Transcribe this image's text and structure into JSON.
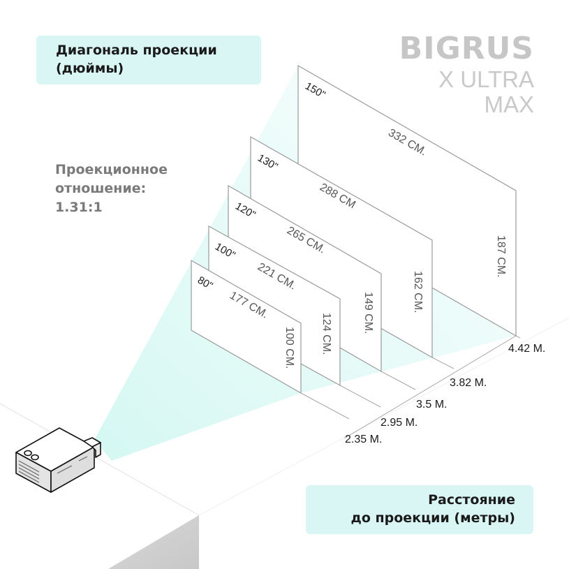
{
  "header": {
    "diagonal_label_line1": "Диагональ проекции",
    "diagonal_label_line2": "(дюймы)"
  },
  "brand": {
    "logo": "BIGRUS",
    "model_line1": "X ULTRA",
    "model_line2": "MAX"
  },
  "ratio": {
    "line1": "Проекционное",
    "line2": "отношение:",
    "line3": "1.31:1"
  },
  "footer": {
    "distance_label_line1": "Расстояние",
    "distance_label_line2": "до проекции (метры)"
  },
  "colors": {
    "accent_bg": "#d9f6f4",
    "beam": "#cdf5f0",
    "brand_gray": "#c6c6c6",
    "line": "#9a9a9a"
  },
  "screens": [
    {
      "diagonal": "80\"",
      "width": "177 CM.",
      "height": "100 CM.",
      "distance": "2.35 M."
    },
    {
      "diagonal": "100\"",
      "width": "221 CM.",
      "height": "124 CM.",
      "distance": "2.95 M."
    },
    {
      "diagonal": "120\"",
      "width": "265 CM.",
      "height": "149 CM.",
      "distance": "3.5 M."
    },
    {
      "diagonal": "130\"",
      "width": "288 CM",
      "height": "162 CM.",
      "distance": "3.82 M."
    },
    {
      "diagonal": "150\"",
      "width": "332 CM.",
      "height": "187 CM.",
      "distance": "4.42 M."
    }
  ]
}
